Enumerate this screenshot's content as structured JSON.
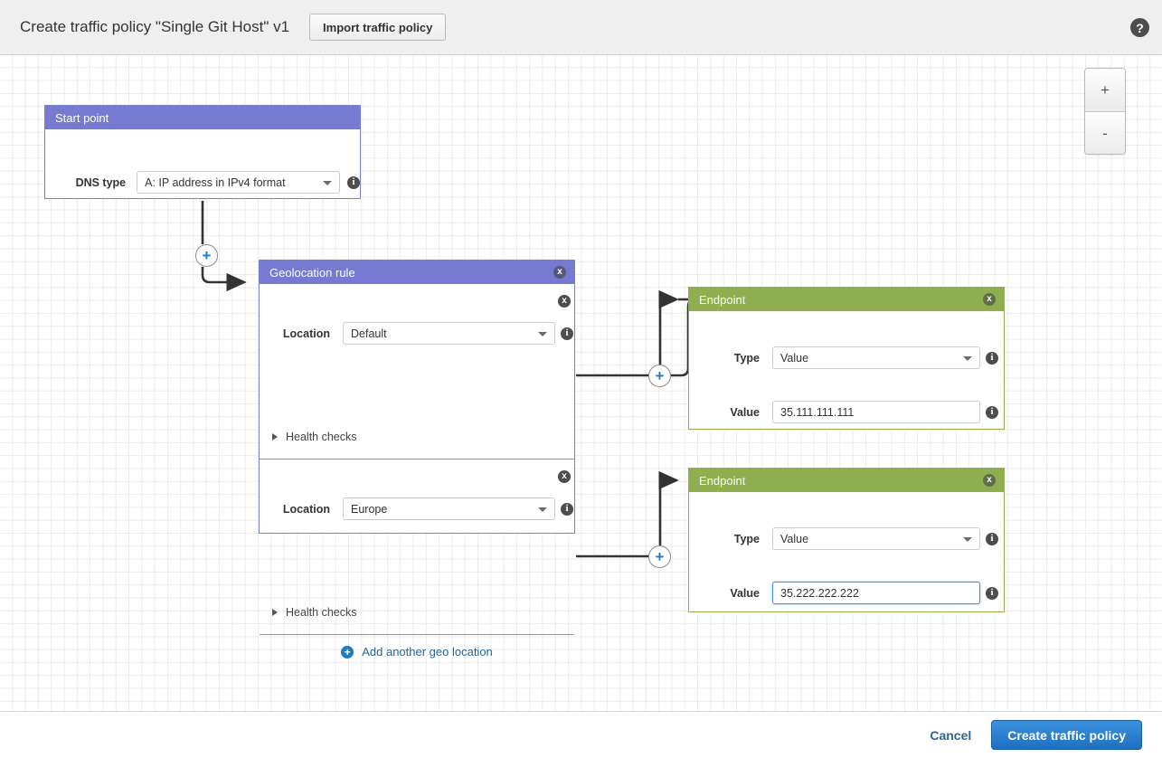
{
  "header": {
    "title": "Create traffic policy \"Single Git Host\" v1",
    "import_button": "Import traffic policy",
    "help_icon": "?"
  },
  "zoom_control": {
    "zoom_in": "+",
    "zoom_out": "-"
  },
  "canvas": {
    "start_point": {
      "title": "Start point",
      "dns_type_label": "DNS type",
      "dns_type_value": "A: IP address in IPv4 format",
      "info_icon": "i"
    },
    "geolocation_rule": {
      "title": "Geolocation rule",
      "close_icon": "x",
      "locations": [
        {
          "label": "Location",
          "value": "Default",
          "health_checks": "Health checks",
          "close_icon": "x",
          "info_icon": "i"
        },
        {
          "label": "Location",
          "value": "Europe",
          "health_checks": "Health checks",
          "close_icon": "x",
          "info_icon": "i"
        }
      ],
      "add_location": "Add another geo location",
      "add_icon": "+"
    },
    "endpoints": [
      {
        "title": "Endpoint",
        "close_icon": "x",
        "type_label": "Type",
        "type_value": "Value",
        "value_label": "Value",
        "value_value": "35.111.111.111",
        "info_icon": "i",
        "focused": false
      },
      {
        "title": "Endpoint",
        "close_icon": "x",
        "type_label": "Type",
        "type_value": "Value",
        "value_label": "Value",
        "value_value": "35.222.222.222",
        "info_icon": "i",
        "focused": true
      }
    ],
    "connector_nodes": [
      {
        "label": "+"
      },
      {
        "label": "+"
      },
      {
        "label": "+"
      }
    ]
  },
  "footer": {
    "cancel": "Cancel",
    "create": "Create traffic policy"
  },
  "colors": {
    "rule_purple": "#767ad0",
    "endpoint_green": "#8fae4f",
    "link_blue": "#2a6496",
    "primary_blue": "#1e6fc0",
    "focus_blue": "#4a90e2"
  }
}
